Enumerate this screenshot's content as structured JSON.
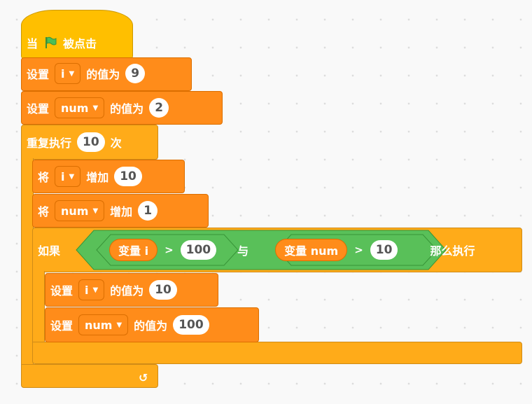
{
  "hat": {
    "prefix": "当",
    "flag_icon": "green-flag-icon",
    "suffix": "被点击"
  },
  "set1": {
    "label": "设置",
    "var": "i",
    "mid": "的值为",
    "value": "9"
  },
  "set2": {
    "label": "设置",
    "var": "num",
    "mid": "的值为",
    "value": "2"
  },
  "repeat": {
    "label": "重复执行",
    "count": "10",
    "suffix": "次",
    "loop_icon": "loop-arrow-icon"
  },
  "change1": {
    "label": "将",
    "var": "i",
    "mid": "增加",
    "value": "10"
  },
  "change2": {
    "label": "将",
    "var": "num",
    "mid": "增加",
    "value": "1"
  },
  "if_block": {
    "label": "如果",
    "cond1": {
      "var": "变量 i",
      "op": ">",
      "value": "100"
    },
    "join": "与",
    "cond2": {
      "var": "变量 num",
      "op": ">",
      "value": "10"
    },
    "then": "那么执行"
  },
  "set3": {
    "label": "设置",
    "var": "i",
    "mid": "的值为",
    "value": "10"
  },
  "set4": {
    "label": "设置",
    "var": "num",
    "mid": "的值为",
    "value": "100"
  },
  "colors": {
    "events": "#ffbf00",
    "control": "#ffab19",
    "variables": "#ff8c1a",
    "operators": "#59c059"
  }
}
